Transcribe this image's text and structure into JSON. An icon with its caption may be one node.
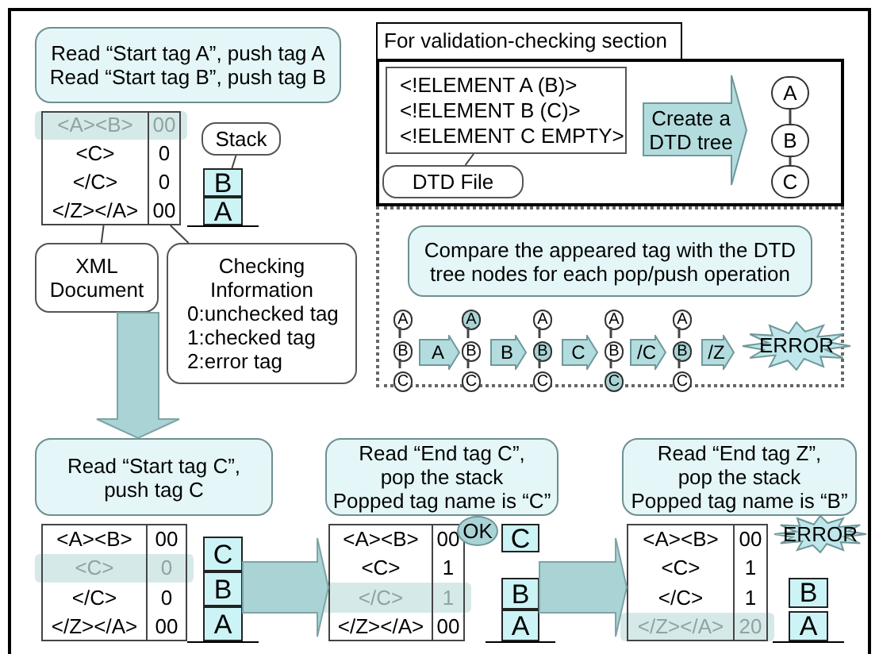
{
  "diagram": {
    "nodes": [
      {
        "text": [
          "Read “Start tag A”, push tag A",
          "Read “Start tag B”, push tag B"
        ]
      },
      {
        "text": [
          "<A><B>",
          "00",
          "<C>",
          "0",
          "</C>",
          "0",
          "</Z></A>",
          "00"
        ]
      },
      {
        "text": [
          "Stack"
        ]
      },
      {
        "text": [
          "B",
          "A"
        ]
      },
      {
        "text": [
          "XML Document"
        ]
      },
      {
        "text": [
          "Checking Information",
          "0:unchecked tag",
          "1:checked tag",
          "2:error tag"
        ]
      },
      {
        "text": [
          "For validation-checking section"
        ]
      },
      {
        "text": [
          "<!ELEMENT A (B)>",
          "<!ELEMENT B (C)>",
          "<!ELEMENT C EMPTY>"
        ],
        "in": 6
      },
      {
        "text": [
          "DTD File"
        ],
        "in": 6
      },
      {
        "text": [
          "Create a DTD tree"
        ],
        "in": 6
      },
      {
        "text": [
          "A"
        ],
        "in": 6
      },
      {
        "text": [
          "B"
        ],
        "in": 6
      },
      {
        "text": [
          "C"
        ],
        "in": 6
      },
      {
        "text": [],
        "shape": "box"
      },
      {
        "text": [
          "Compare the appeared tag with the DTD tree nodes for each pop/push operation"
        ],
        "in": 13
      },
      {
        "text": [
          "A"
        ],
        "in": 13
      },
      {
        "text": [
          "B"
        ],
        "in": 13
      },
      {
        "text": [
          "C"
        ],
        "in": 13
      },
      {
        "text": [
          "A"
        ],
        "in": 13
      },
      {
        "text": [
          "A"
        ],
        "in": 13
      },
      {
        "text": [
          "B"
        ],
        "in": 13
      },
      {
        "text": [
          "C"
        ],
        "in": 13
      },
      {
        "text": [
          "B"
        ],
        "in": 13
      },
      {
        "text": [
          "A"
        ],
        "in": 13
      },
      {
        "text": [
          "B"
        ],
        "in": 13
      },
      {
        "text": [
          "C"
        ],
        "in": 13
      },
      {
        "text": [
          "C"
        ],
        "in": 13
      },
      {
        "text": [
          "A"
        ],
        "in": 13
      },
      {
        "text": [
          "B"
        ],
        "in": 13
      },
      {
        "text": [
          "C"
        ],
        "in": 13
      },
      {
        "text": [
          "/C"
        ],
        "in": 13
      },
      {
        "text": [
          "A"
        ],
        "in": 13
      },
      {
        "text": [
          "B"
        ],
        "in": 13
      },
      {
        "text": [
          "C"
        ],
        "in": 13
      },
      {
        "text": [
          "/Z"
        ],
        "in": 13
      },
      {
        "text": [
          "ERROR"
        ],
        "in": 13
      },
      {
        "text": [
          "Read “Start tag C”,",
          "push tag C"
        ]
      },
      {
        "text": [
          "<A><B>",
          "00",
          "<C>",
          "0",
          "</C>",
          "0",
          "</Z></A>",
          "00"
        ]
      },
      {
        "text": [
          "C",
          "B",
          "A"
        ]
      },
      {
        "text": [
          "Read “End tag C”,",
          "pop the stack",
          "Popped tag name is “C”"
        ]
      },
      {
        "text": [
          "<A><B>",
          "00",
          "<C>",
          "1",
          "</C>",
          "1",
          "</Z></A>",
          "00"
        ]
      },
      {
        "text": [
          "OK"
        ]
      },
      {
        "text": [
          "C",
          "B",
          "A"
        ]
      },
      {
        "text": [
          "Read “End tag Z”,",
          "pop the stack",
          "Popped tag name is “B”"
        ]
      },
      {
        "text": [
          "<A><B>",
          "00",
          "<C>",
          "1",
          "</C>",
          "1",
          "</Z></A>",
          "20"
        ]
      },
      {
        "text": [
          "ERROR"
        ]
      },
      {
        "text": [
          "B",
          "A"
        ]
      }
    ],
    "edges": [
      {
        "from": 2,
        "to": 3,
        "arrow": "none"
      },
      {
        "from": 4,
        "to": 1,
        "arrow": "none"
      },
      {
        "from": 5,
        "to": 1,
        "arrow": "none"
      },
      {
        "from": 8,
        "to": 7,
        "arrow": "none"
      },
      {
        "from": 10,
        "to": 11,
        "arrow": "none"
      },
      {
        "from": 11,
        "to": 12,
        "arrow": "none"
      },
      {
        "from": 15,
        "to": 16,
        "arrow": "none"
      },
      {
        "from": 16,
        "to": 17,
        "arrow": "none"
      },
      {
        "from": 19,
        "to": 20,
        "arrow": "none"
      },
      {
        "from": 20,
        "to": 21,
        "arrow": "none"
      },
      {
        "from": 23,
        "to": 24,
        "arrow": "none"
      },
      {
        "from": 24,
        "to": 25,
        "arrow": "none"
      },
      {
        "from": 27,
        "to": 28,
        "arrow": "none"
      },
      {
        "from": 28,
        "to": 29,
        "arrow": "none"
      },
      {
        "from": 31,
        "to": 32,
        "arrow": "none"
      },
      {
        "from": 32,
        "to": 33,
        "arrow": "none"
      },
      {
        "from": 4,
        "to": 36,
        "arrow": "to"
      },
      {
        "from": 38,
        "to": 40,
        "arrow": "to"
      },
      {
        "from": 42,
        "to": 44,
        "arrow": "to"
      }
    ]
  }
}
